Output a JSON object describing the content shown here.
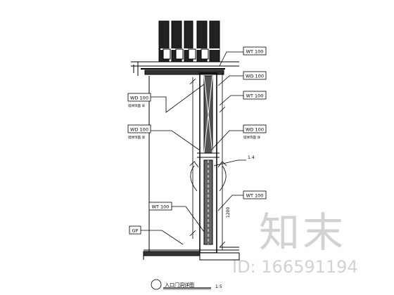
{
  "tags": [
    {
      "label": "WT 100",
      "note": ""
    },
    {
      "label": "WD 100",
      "note": ""
    },
    {
      "label": "WT 100",
      "note": ""
    },
    {
      "label": "WD 100",
      "note": "墙体饰面 详"
    },
    {
      "label": "WD 100",
      "note": "墙体饰面 详"
    },
    {
      "label": "WD 100",
      "note": "墙体饰面 详"
    },
    {
      "label": "WT 100",
      "note": ""
    },
    {
      "label": "WT 100",
      "note": ""
    },
    {
      "label": "GP",
      "note": ""
    }
  ],
  "section_label": "1.4",
  "dimension_text": "1200",
  "title": "入口门洞详图",
  "scale": "1:5",
  "watermark": {
    "brand": "知末",
    "id": "ID: 166591194"
  }
}
